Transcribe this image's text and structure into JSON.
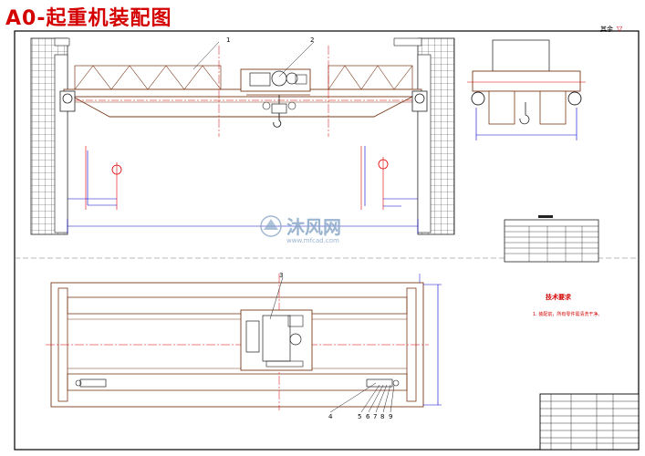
{
  "title": "A0-起重机装配图",
  "watermark": {
    "text": "沐风网",
    "url": "www.mfcad.com"
  },
  "corner_note": "其余",
  "tech_requirements": {
    "heading": "技术要求",
    "line1": "1. 装配前，所有零件需清洗干净。"
  },
  "callouts": {
    "main_view": [
      "1",
      "2"
    ],
    "plan_view": [
      "3",
      "4",
      "5",
      "6",
      "7",
      "8",
      "9"
    ]
  },
  "colors": {
    "frame": "#000000",
    "part_outline": "#7a3a1a",
    "dimension": "#0000cc",
    "center_line": "#dd0000",
    "wall_grid": "#333333",
    "title": "#d40000",
    "tech_text": "#d40000"
  }
}
